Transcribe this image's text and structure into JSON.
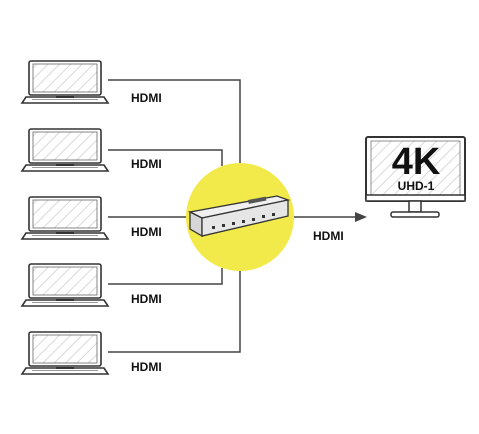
{
  "colors": {
    "accent": "#f2ea4a",
    "line": "#444444",
    "outline": "#333333"
  },
  "labels": {
    "input": [
      "HDMI",
      "HDMI",
      "HDMI",
      "HDMI",
      "HDMI"
    ],
    "output": "HDMI",
    "display_main": "4K",
    "display_sub": "UHD-1"
  },
  "icons": {
    "source": "laptop-icon",
    "hub": "hdmi-switch-icon",
    "display": "monitor-icon"
  }
}
